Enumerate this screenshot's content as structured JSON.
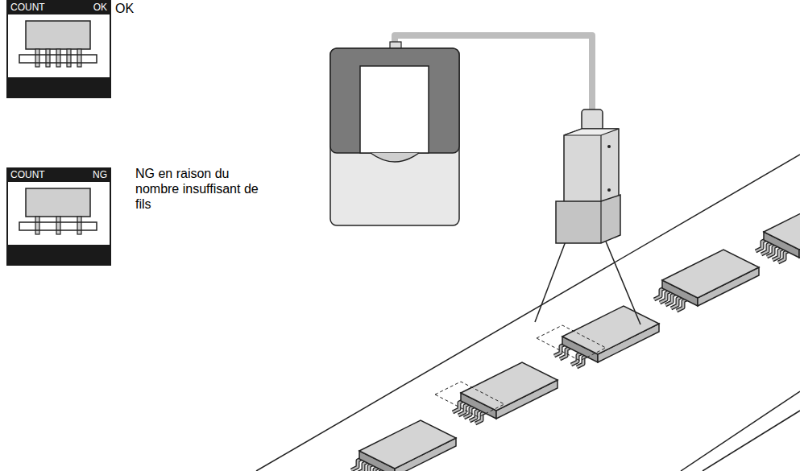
{
  "diagram": {
    "nodes": [
      {
        "text": [
          "COUNT",
          "OK"
        ]
      },
      {
        "text": [
          "COUNT",
          "NG"
        ]
      }
    ],
    "labels": [
      "OK",
      "NG en raison du nombre insuffisant de fils"
    ]
  }
}
